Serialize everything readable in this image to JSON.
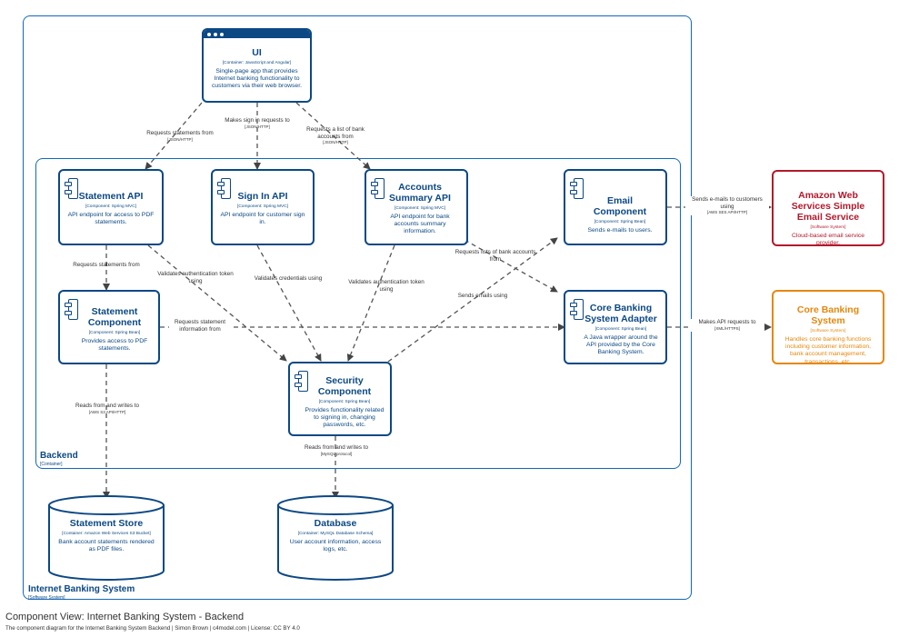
{
  "boundaries": {
    "ibs": {
      "label": "Internet Banking System",
      "sub": "[Software System]"
    },
    "backend": {
      "label": "Backend",
      "sub": "[Container]"
    }
  },
  "nodes": {
    "ui": {
      "title": "UI",
      "tech": "[Container: JavaScript and Angular]",
      "desc": "Single-page app that provides Internet banking functionality to customers via their web browser."
    },
    "statement_api": {
      "title": "Statement API",
      "tech": "[Component: Spring MVC]",
      "desc": "API endpoint for access to PDF statements."
    },
    "signin_api": {
      "title": "Sign In API",
      "tech": "[Component: Spring MVC]",
      "desc": "API endpoint for customer sign in."
    },
    "accounts_api": {
      "title": "Accounts Summary API",
      "tech": "[Component: Spring MVC]",
      "desc": "API endpoint for bank accounts summary information."
    },
    "email_component": {
      "title": "Email Component",
      "tech": "[Component: Spring Bean]",
      "desc": "Sends e-mails to users."
    },
    "statement_component": {
      "title": "Statement Component",
      "tech": "[Component: Spring Bean]",
      "desc": "Provides access to PDF statements."
    },
    "cbs_adapter": {
      "title": "Core Banking System Adapter",
      "tech": "[Component: Spring Bean]",
      "desc": "A Java wrapper around the API provided by the Core Banking System."
    },
    "security_component": {
      "title": "Security Component",
      "tech": "[Component: Spring Bean]",
      "desc": "Provides functionality related to signing in, changing passwords, etc."
    },
    "aws_ses": {
      "title": "Amazon Web Services Simple Email Service",
      "tech": "[Software System]",
      "desc": "Cloud-based email service provider."
    },
    "core_banking": {
      "title": "Core Banking System",
      "tech": "[Software System]",
      "desc": "Handles core banking functions including customer information, bank account management, transactions, etc."
    },
    "statement_store": {
      "title": "Statement Store",
      "tech": "[Container: Amazon Web Services S3 Bucket]",
      "desc": "Bank account statements rendered as PDF files."
    },
    "database": {
      "title": "Database",
      "tech": "[Container: MySQL Database Schema]",
      "desc": "User account information, access logs, etc."
    }
  },
  "edges": {
    "ui_statement": {
      "label": "Requests statements from",
      "tech": "[JSON/HTTP]"
    },
    "ui_signin": {
      "label": "Makes sign in requests to",
      "tech": "[JSON/HTTP]"
    },
    "ui_accounts": {
      "label": "Requests a list of bank accounts from",
      "tech": "[JSON/HTTP]"
    },
    "sapi_scomp": {
      "label": "Requests statements from",
      "tech": ""
    },
    "sapi_sec": {
      "label": "Validates authentication token using",
      "tech": ""
    },
    "signin_sec": {
      "label": "Validates credentials using",
      "tech": ""
    },
    "acc_sec": {
      "label": "Validates authentication token using",
      "tech": ""
    },
    "acc_cbs": {
      "label": "Requests lists of bank accounts from",
      "tech": ""
    },
    "sec_email": {
      "label": "Sends emails using",
      "tech": ""
    },
    "scomp_cbs": {
      "label": "Requests statement information from",
      "tech": ""
    },
    "scomp_store": {
      "label": "Reads from and writes to",
      "tech": "[AWS S3 API/HTTP]"
    },
    "sec_db": {
      "label": "Reads from and writes to",
      "tech": "[MySQL protocol]"
    },
    "email_ses": {
      "label": "Sends e-mails to customers using",
      "tech": "[AWS SES API/HTTP]"
    },
    "cbs_core": {
      "label": "Makes API requests to",
      "tech": "[XML/HTTPS]"
    }
  },
  "footer": {
    "title": "Component View: Internet Banking System - Backend",
    "subtitle": "The component diagram for the Internet Banking System Backend | Simon Brown | c4model.com | License: CC BY 4.0"
  },
  "colors": {
    "primary": "#0b4884",
    "boundary": "#1168bd",
    "external_red": "#b2182b",
    "external_orange": "#e7870d",
    "edge": "#555555"
  }
}
